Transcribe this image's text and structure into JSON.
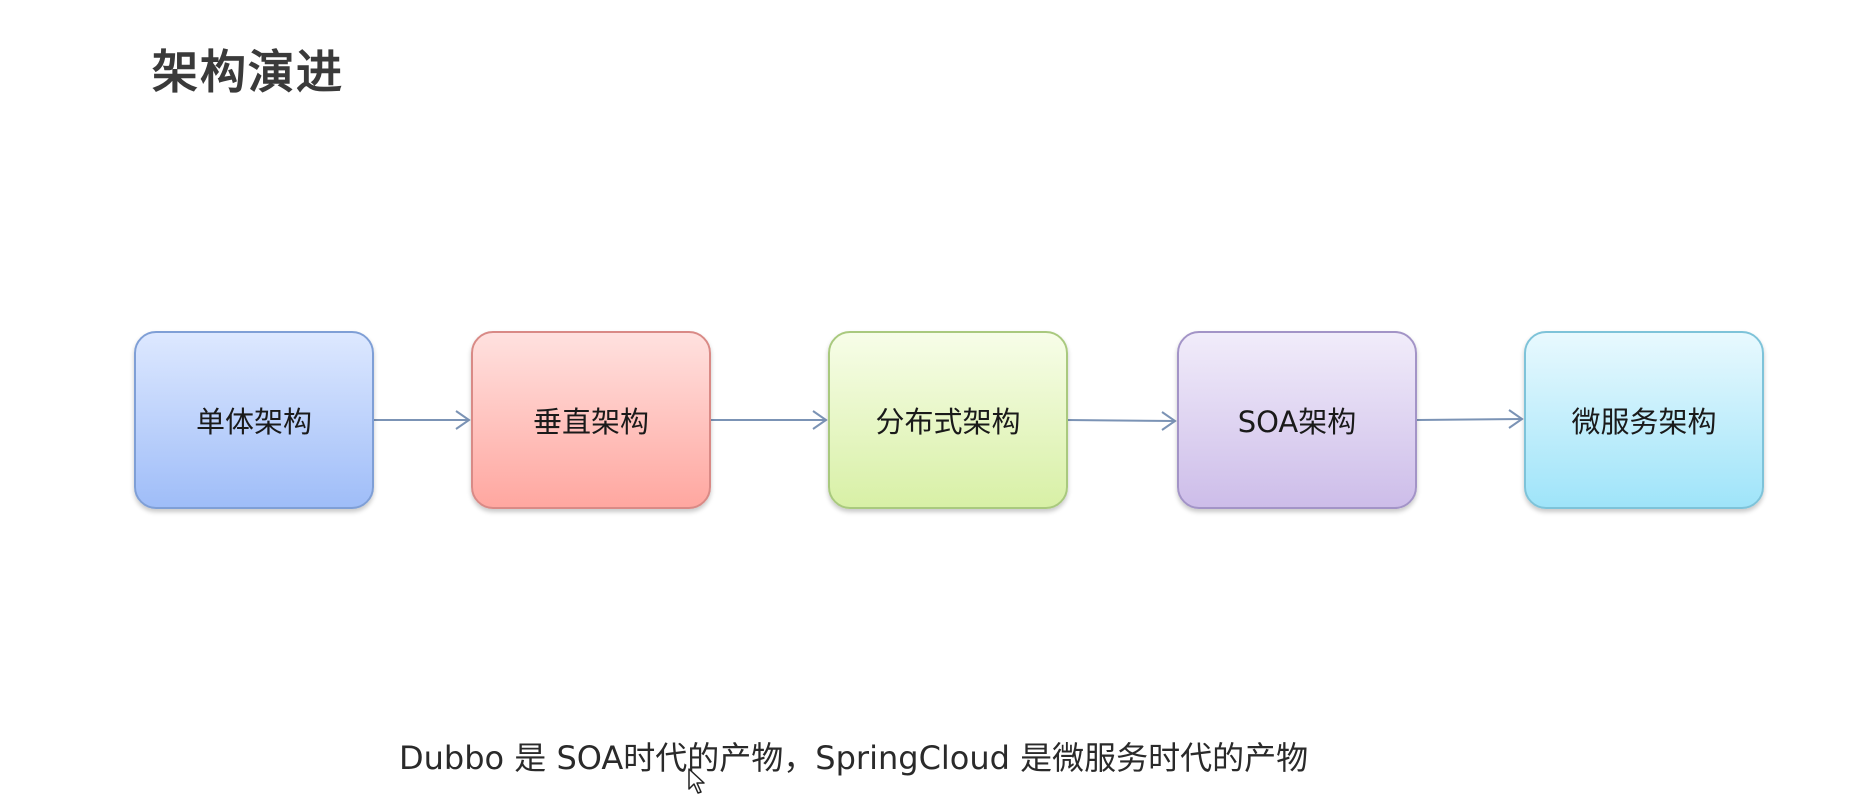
{
  "title": "架构演进",
  "nodes": [
    {
      "label": "单体架构"
    },
    {
      "label": "垂直架构"
    },
    {
      "label": "分布式架构"
    },
    {
      "label": "SOA架构"
    },
    {
      "label": "微服务架构"
    }
  ],
  "caption": "Dubbo 是 SOA时代的产物，SpringCloud 是微服务时代的产物",
  "colors": {
    "arrow": "#7b93b5",
    "title": "#3a3a3a"
  },
  "cursor_icon": "mouse-pointer-icon"
}
